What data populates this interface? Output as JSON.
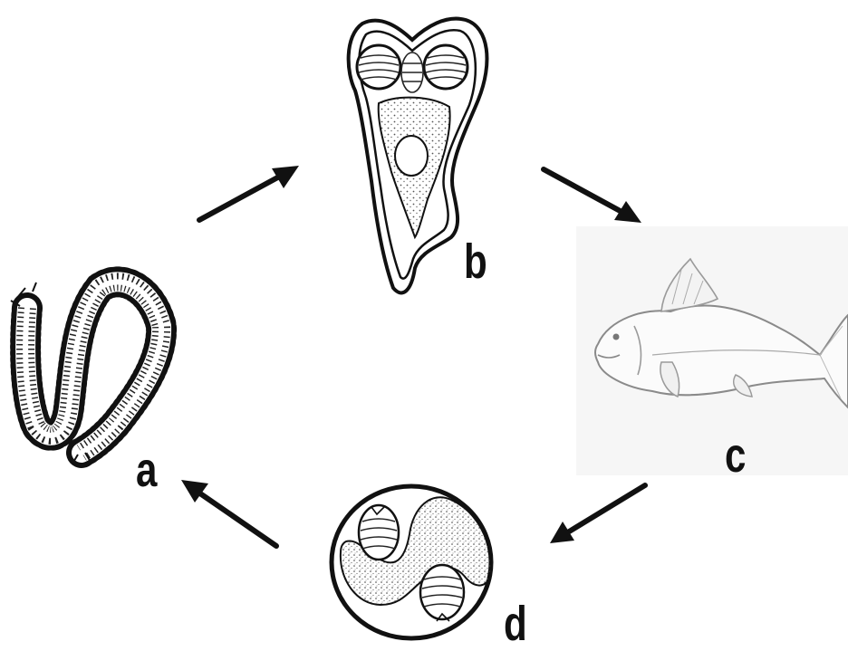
{
  "labels": {
    "a": "a",
    "b": "b",
    "c": "c",
    "d": "d"
  },
  "colors": {
    "ink": "#111111",
    "stipple": "#555555",
    "fish_bg": "#f6f6f6",
    "fish_line": "#8a8a8a"
  },
  "icons": {
    "a": "segmented-worm-icon",
    "b": "cercaria-larva-icon",
    "c": "fish-host-icon",
    "d": "cyst-icon"
  }
}
